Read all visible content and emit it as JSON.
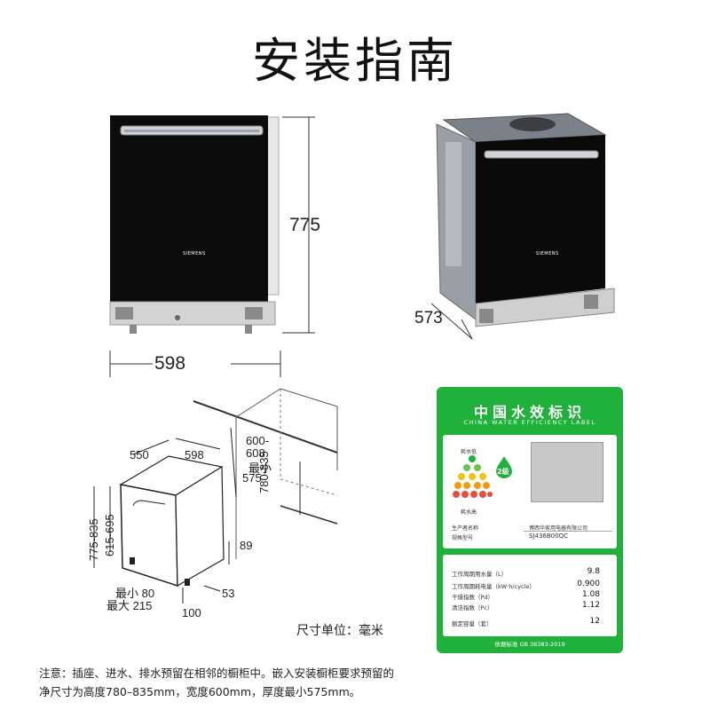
{
  "title": "安装指南",
  "front_view": {
    "height": "775",
    "width": "598",
    "brand": "SIEMENS"
  },
  "iso_view": {
    "depth": "573",
    "brand": "SIEMENS"
  },
  "diagram": {
    "w550": "550",
    "w598": "598",
    "gap_600": "600-",
    "gap_608": "608",
    "min_label": "最小",
    "min_575": "575",
    "h780": "780-835",
    "h775": "775-835",
    "h615": "615-695",
    "v89": "89",
    "v53": "53",
    "v100": "100",
    "min_80": "最小 80",
    "max_215": "最大 215"
  },
  "units_text": "尺寸单位：毫米",
  "note_line1": "注意：插座、进水、排水预留在相邻的橱柜中。嵌入安装橱柜要求预留的",
  "note_line2": "净尺寸为高度780–835mm，宽度600mm，厚度最小575mm。",
  "label": {
    "title": "中国水效标识",
    "subtitle": "CHINA WATER EFFICIENCY LABEL",
    "low_water": "耗水低",
    "high_water": "耗水高",
    "grade": "2级",
    "maker_label": "生产者名称",
    "maker_value": "博西华家用电器有限公司",
    "model_label": "规格型号",
    "model_value": "SJ436B00QC",
    "rows": [
      {
        "label": "工作周期用水量（L）",
        "value": "9.8"
      },
      {
        "label": "工作周期耗电量（kW·h/cycle）",
        "value": "0.900"
      },
      {
        "label": "干燥指数（Pd）",
        "value": "1.08"
      },
      {
        "label": "清洁指数（Pc）",
        "value": "1.12"
      },
      {
        "label": "额定容量（套）",
        "value": "12"
      }
    ],
    "standard": "依据标准 GB 38383-2019",
    "accent": "#1fb13a"
  }
}
